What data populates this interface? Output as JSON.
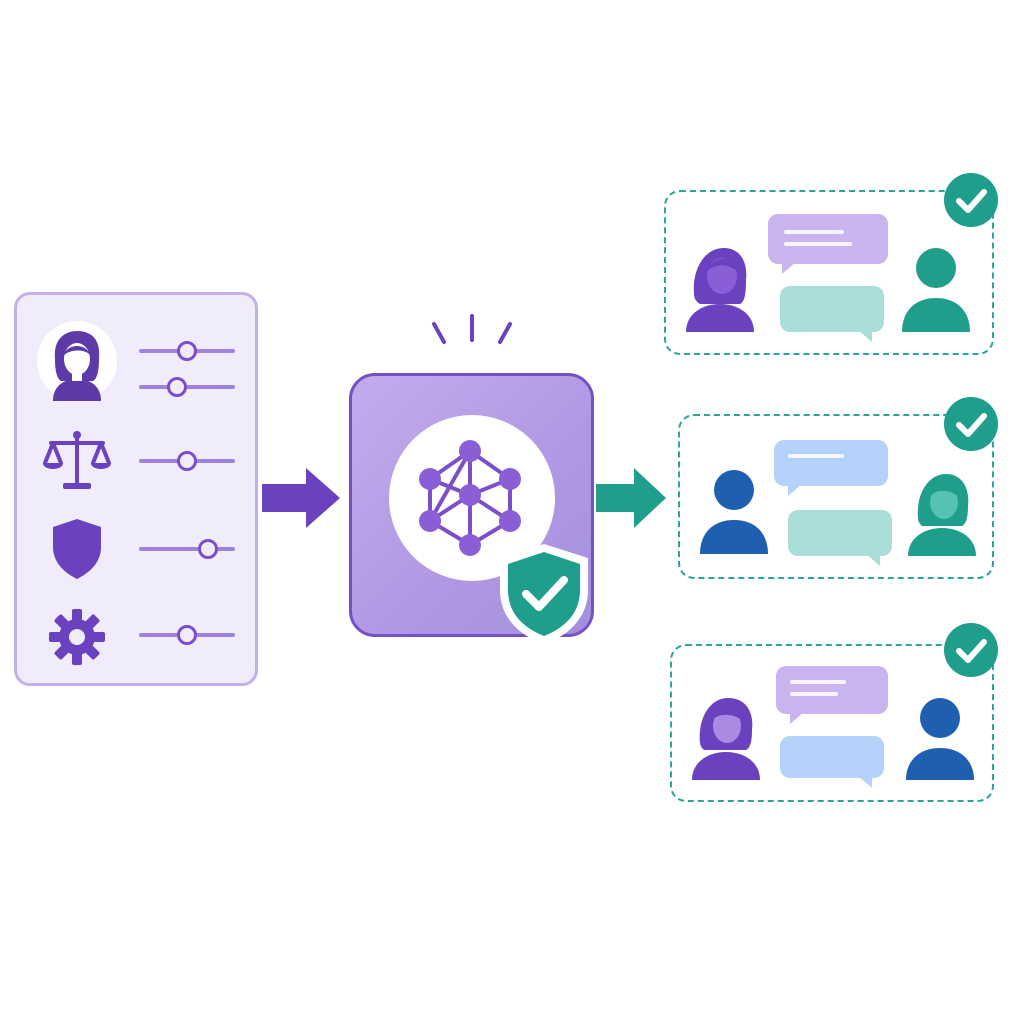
{
  "colors": {
    "purple_dark": "#6a41bf",
    "purple_mid": "#7a4fc9",
    "purple_light": "#c3b0ea",
    "panel_bg": "#f1ecfb",
    "teal": "#1f9e8c",
    "teal_light": "#a9ded8",
    "blue_dark": "#1f5fb0",
    "blue_light": "#b5d3fa",
    "lavender_bubble": "#c9b4ee"
  },
  "settings_panel": {
    "rows": [
      {
        "icon": "user-avatar-icon",
        "sliders": [
          0.5,
          0.4
        ]
      },
      {
        "icon": "balance-scale-icon",
        "sliders": [
          0.5
        ]
      },
      {
        "icon": "shield-icon",
        "sliders": [
          0.7
        ]
      },
      {
        "icon": "gear-icon",
        "sliders": [
          0.5
        ]
      }
    ]
  },
  "flow": {
    "input_arrow": "right-arrow-icon",
    "output_arrow": "right-arrow-icon"
  },
  "model": {
    "icon": "neural-network-icon",
    "badge": "shield-check-icon",
    "glow": "highlight-rays-icon"
  },
  "conversations": [
    {
      "left_person": "woman",
      "right_person": "man",
      "status": "check-icon"
    },
    {
      "left_person": "man",
      "right_person": "woman",
      "status": "check-icon"
    },
    {
      "left_person": "woman",
      "right_person": "man",
      "status": "check-icon"
    }
  ]
}
